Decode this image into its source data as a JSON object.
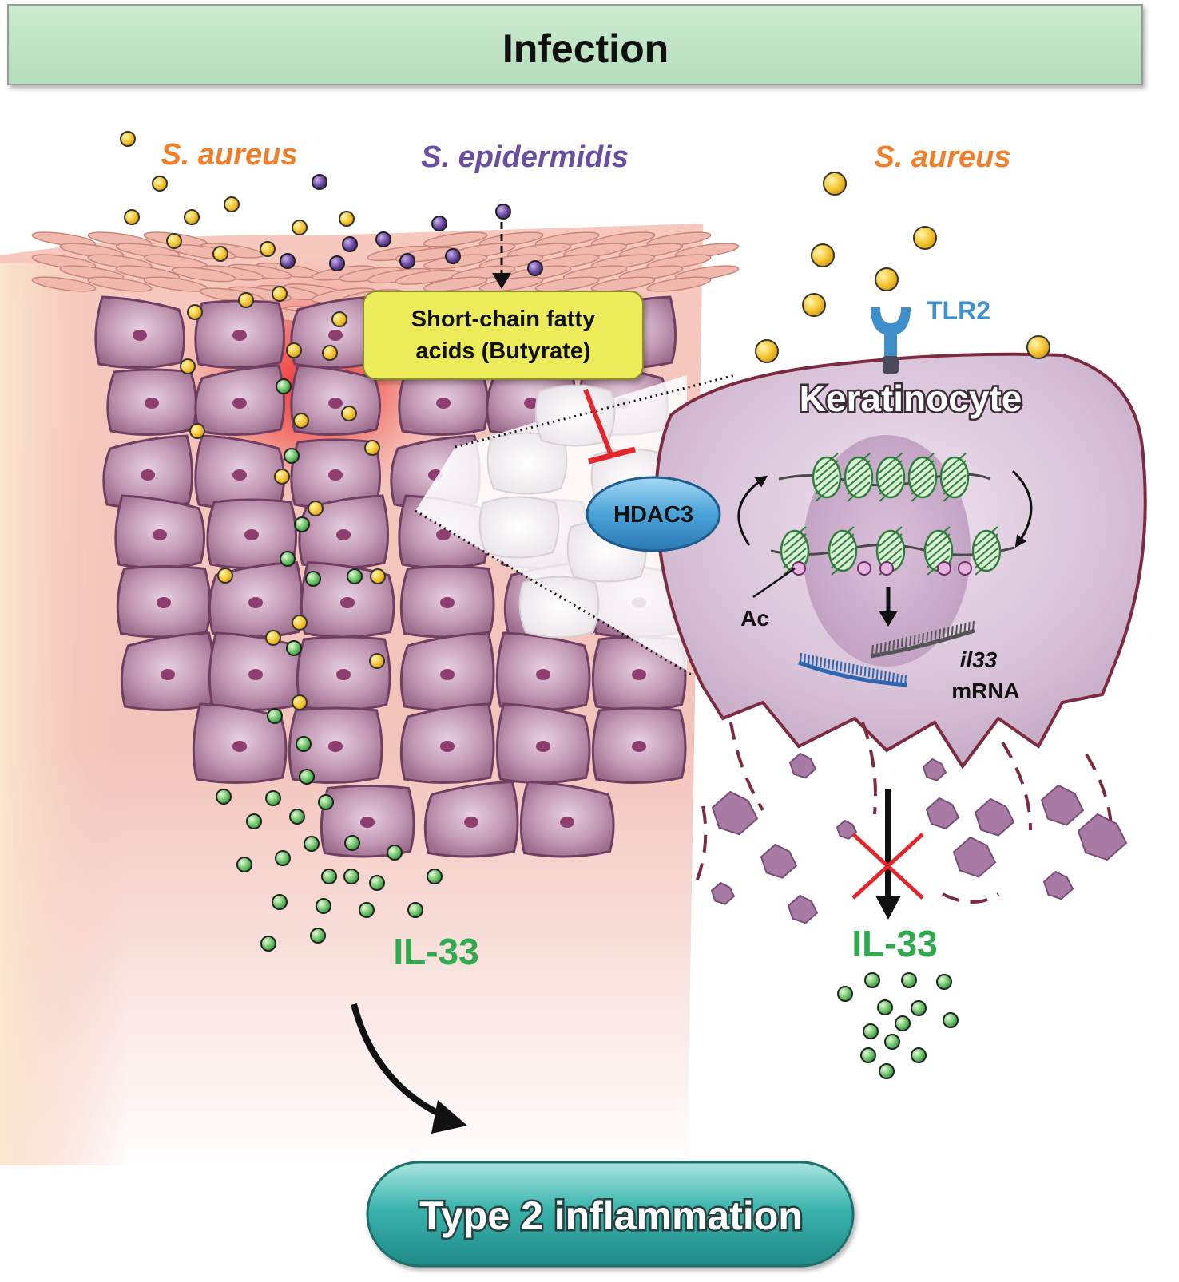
{
  "banner": {
    "title": "Infection"
  },
  "bacteria": {
    "s_aureus_left": "S. aureus",
    "s_epidermidis": "S. epidermidis",
    "s_aureus_right": "S. aureus"
  },
  "scfa_box": {
    "line1": "Short-chain fatty",
    "line2": "acids (Butyrate)"
  },
  "enzyme": "HDAC3",
  "receptor": "TLR2",
  "cell": {
    "title": "Keratinocyte",
    "acetyl": "Ac",
    "gene": "il33",
    "transcript": "mRNA"
  },
  "cytokine_left": "IL-33",
  "cytokine_right": "IL-33",
  "outcome": "Type 2 inflammation",
  "colors": {
    "banner_fill": "#bfe3c4",
    "s_aureus_text": "#f07f2c",
    "s_epidermidis_text": "#6a4ea1",
    "s_aureus_dot": "#f5c531",
    "s_epidermidis_dot": "#6d4aa6",
    "il33_dot": "#5dbd5a",
    "il33_text": "#2faa4e",
    "cell_fill": "#a87a98",
    "cell_border": "#6f3f62",
    "nucleus": "#8e3f70",
    "hdac3_fill": "#4aa3d8",
    "tlr2": "#3e8fcc",
    "inhibit": "#e3262b",
    "outcome_fill": "#3bb3ad",
    "scfa_fill": "#ecec5a"
  }
}
